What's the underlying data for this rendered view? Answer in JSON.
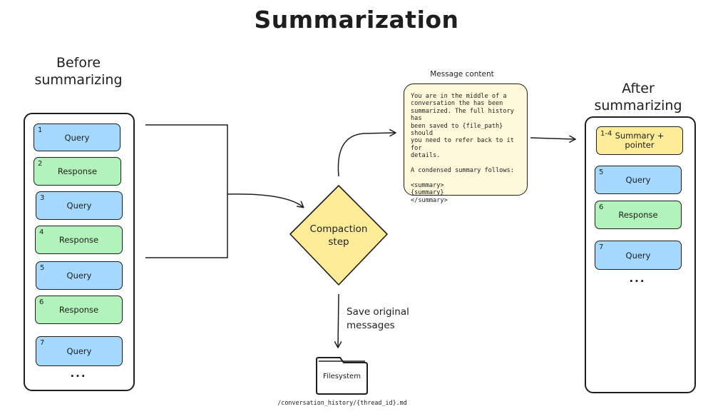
{
  "title": "Summarization",
  "before": {
    "heading_line1": "Before",
    "heading_line2": "summarizing",
    "messages": [
      {
        "num": "1",
        "label": "Query"
      },
      {
        "num": "2",
        "label": "Response"
      },
      {
        "num": "3",
        "label": "Query"
      },
      {
        "num": "4",
        "label": "Response"
      },
      {
        "num": "5",
        "label": "Query"
      },
      {
        "num": "6",
        "label": "Response"
      },
      {
        "num": "7",
        "label": "Query"
      }
    ],
    "ellipsis": "..."
  },
  "compaction": {
    "line1": "Compaction",
    "line2": "step"
  },
  "message_content": {
    "label": "Message content",
    "text": "You are in the middle of a\nconversation the has been\nsummarized. The full history has\nbeen saved to {file_path} should\nyou need to refer back to it for\ndetails.\n\nA condensed summary follows:\n\n<summary>\n{summary}\n</summary>"
  },
  "after": {
    "heading_line1": "After",
    "heading_line2": "summarizing",
    "messages": [
      {
        "num": "1-4",
        "label": "Summary +",
        "label2": "pointer"
      },
      {
        "num": "5",
        "label": "Query"
      },
      {
        "num": "6",
        "label": "Response"
      },
      {
        "num": "7",
        "label": "Query"
      }
    ],
    "ellipsis": "..."
  },
  "save": {
    "line1": "Save original",
    "line2": "messages"
  },
  "filesystem": {
    "label": "Filesystem",
    "path": "/conversation_history/{thread_id}.md"
  },
  "colors": {
    "query": "#a5d8ff",
    "response": "#b2f2bb",
    "summary": "#ffec99",
    "note": "#fff9db",
    "diamond": "#ffec99"
  }
}
